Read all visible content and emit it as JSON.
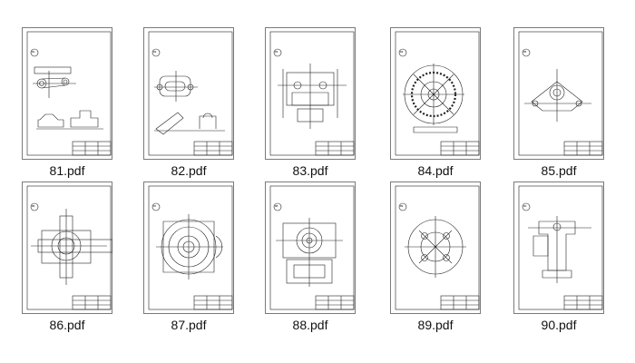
{
  "files": [
    {
      "name": "81.pdf",
      "num": "81"
    },
    {
      "name": "82.pdf",
      "num": "82"
    },
    {
      "name": "83.pdf",
      "num": "83"
    },
    {
      "name": "84.pdf",
      "num": "84"
    },
    {
      "name": "85.pdf",
      "num": "85"
    },
    {
      "name": "86.pdf",
      "num": "86"
    },
    {
      "name": "87.pdf",
      "num": "87"
    },
    {
      "name": "88.pdf",
      "num": "88"
    },
    {
      "name": "89.pdf",
      "num": "89"
    },
    {
      "name": "90.pdf",
      "num": "90"
    }
  ]
}
